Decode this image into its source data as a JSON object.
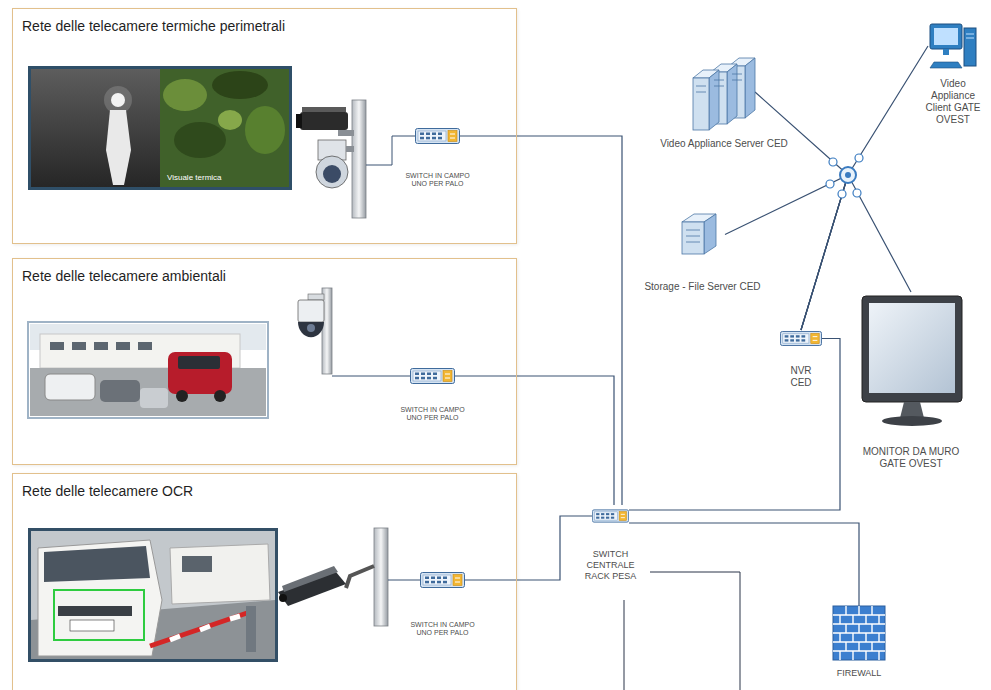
{
  "diagram": {
    "nodes": [
      {
        "text": [
          "Rete delle telecamere termiche perimetrali"
        ]
      },
      {
        "text": [
          "SWITCH IN CAMPO UNO PER PALO"
        ],
        "in": 0
      },
      {
        "text": [
          "Rete delle telecamere ambientali"
        ]
      },
      {
        "text": [
          "SWITCH IN CAMPO UNO PER PALO"
        ],
        "in": 2
      },
      {
        "text": [
          "Rete delle telecamere OCR"
        ]
      },
      {
        "text": [
          "SWITCH IN CAMPO UNO PER PALO"
        ],
        "in": 4
      },
      {
        "text": [
          "Video Appliance Server CED"
        ]
      },
      {
        "text": [
          "Video Appliance Client GATE OVEST"
        ]
      },
      {
        "text": [
          "Storage - File Server CED"
        ]
      },
      {
        "text": [
          "NVR CED"
        ]
      },
      {
        "text": [
          "MONITOR DA MURO GATE OVEST"
        ]
      },
      {
        "text": [
          "SWITCH CENTRALE RACK PESA"
        ]
      },
      {
        "text": [
          "FIREWALL"
        ]
      }
    ],
    "edges": [
      {
        "from": 1,
        "to": 11,
        "arrow": "none"
      },
      {
        "from": 3,
        "to": 11,
        "arrow": "none"
      },
      {
        "from": 5,
        "to": 11,
        "arrow": "none"
      },
      {
        "from": 11,
        "to": 9,
        "arrow": "none"
      },
      {
        "from": 11,
        "to": 12,
        "arrow": "none"
      },
      {
        "from": 9,
        "to": 6,
        "arrow": "none"
      },
      {
        "from": 9,
        "to": 7,
        "arrow": "none"
      },
      {
        "from": 9,
        "to": 8,
        "arrow": "none"
      },
      {
        "from": 9,
        "to": 10,
        "arrow": "none"
      }
    ],
    "labels": [
      "Visuale termica"
    ]
  }
}
